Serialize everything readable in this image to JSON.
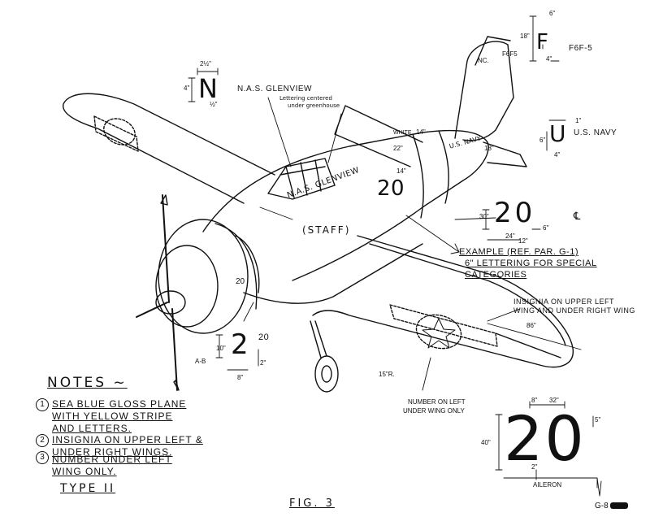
{
  "figure": {
    "caption": "FIG. 3",
    "page_number": "G-8"
  },
  "dimensions": {
    "n_width": "2½\"",
    "n_height": "4\"",
    "n_stroke": "½\"",
    "f_height": "18\"",
    "f_stroke": "6\"",
    "f_width": "4\"",
    "u_stroke": "1\"",
    "u_height": "6\"",
    "u_width": "4\"",
    "mid_height": "30\"",
    "mid_w1": "24\"",
    "mid_w2": "12\"",
    "mid_space": "6\"",
    "small_height": "10\"",
    "small_width": "8\"",
    "small_stroke": "2\"",
    "big_w1": "8\"",
    "big_w2": "32\"",
    "big_height": "40\"",
    "big_stroke": "5\"",
    "big_gap": "2\"",
    "stripe_22": "22\"",
    "stripe_14a": "14\"",
    "stripe_14b": "14\"",
    "stripe_18": "18\"",
    "wing_86": "86\"",
    "radius_15": "15\"R."
  },
  "letters": {
    "n": "N",
    "f": "F",
    "u": "U",
    "num_mid": "20",
    "num_small_2": "2",
    "num_small_20": "20",
    "num_big": "20",
    "fuselage_num": "20",
    "nose_num": "20"
  },
  "labels": {
    "nas_glenview": "N.A.S. GLENVIEW",
    "centered_note_1": "Lettering centered",
    "centered_note_2": "under greenhouse",
    "f6f5": "F6F-5",
    "us_navy": "U.S. NAVY",
    "example_1": "EXAMPLE (REF. PAR. G-1)",
    "example_2": "6\" LETTERING FOR SPECIAL",
    "example_3": "CATEGORIES",
    "insignia_1": "INSIGNIA ON UPPER LEFT",
    "insignia_2": "WING AND UNDER RIGHT WING",
    "number_on_left_1": "NUMBER ON LEFT",
    "number_on_left_2": "UNDER WING ONLY",
    "aileron": "AILERON",
    "ab": "A-B",
    "centerline": "℄",
    "tail_nc": "NC.",
    "tail_f6f5": "F6F5",
    "fuselage_glenview": "N.A.S. GLENVIEW",
    "fuselage_staff": "(STAFF)",
    "fuselage_white": "WHITE",
    "fuselage_navy": "U.S. NAVY"
  },
  "notes": {
    "title": "NOTES",
    "items": [
      {
        "num": "1",
        "lines": [
          "SEA BLUE GLOSS PLANE",
          "WITH YELLOW STRIPE",
          "AND LETTERS."
        ]
      },
      {
        "num": "2",
        "lines": [
          "INSIGNIA ON UPPER LEFT &",
          "UNDER RIGHT WINGS."
        ]
      },
      {
        "num": "3",
        "lines": [
          "NUMBER UNDER LEFT",
          "WING ONLY."
        ]
      }
    ],
    "type": "TYPE II"
  }
}
